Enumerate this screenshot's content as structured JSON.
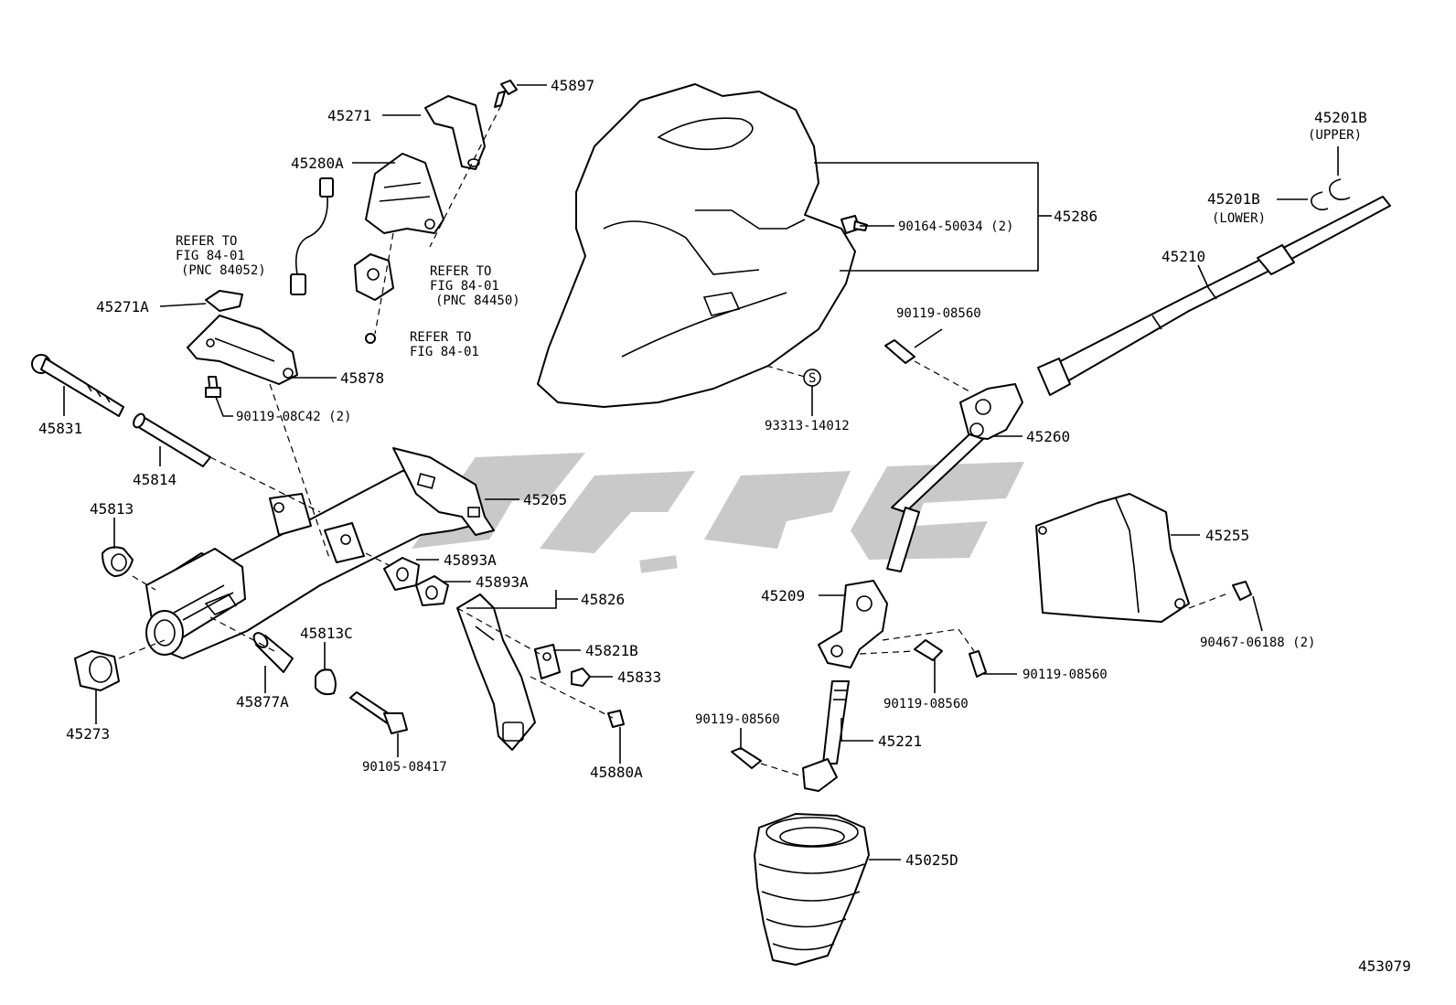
{
  "callouts": {
    "c45897": "45897",
    "c45271": "45271",
    "c45280A": "45280A",
    "refer1": [
      "REFER TO",
      "FIG 84-01",
      "(PNC 84052)"
    ],
    "refer2": [
      "REFER TO",
      "FIG 84-01",
      "(PNC 84450)"
    ],
    "refer3": [
      "REFER TO",
      "FIG 84-01"
    ],
    "c45271A": "45271A",
    "c45878": "45878",
    "c90119_08C42": "90119-08C42 (2)",
    "c45831": "45831",
    "c45814": "45814",
    "c45813": "45813",
    "c45205": "45205",
    "c45893A_1": "45893A",
    "c45893A_2": "45893A",
    "c45826": "45826",
    "c45821B": "45821B",
    "c45833": "45833",
    "c45880A": "45880A",
    "c45813C": "45813C",
    "c45877A": "45877A",
    "c45273": "45273",
    "c90105_08417": "90105-08417",
    "c45286": "45286",
    "c90164_50034": "90164-50034 (2)",
    "c93313_14012": "93313-14012",
    "c_s_symbol": "S",
    "c90119_08560_top": "90119-08560",
    "c45260": "45260",
    "c45201B_upper": "45201B",
    "upper_note": "(UPPER)",
    "c45201B_lower": "45201B",
    "lower_note": "(LOWER)",
    "c45210": "45210",
    "c45255": "45255",
    "c90467_06188": "90467-06188 (2)",
    "c45209": "45209",
    "c90119_08560_mid": "90119-08560",
    "c90119_08560_right": "90119-08560",
    "c90119_08560_left": "90119-08560",
    "c45221": "45221",
    "c45025D": "45025D",
    "figure_number": "453079"
  }
}
